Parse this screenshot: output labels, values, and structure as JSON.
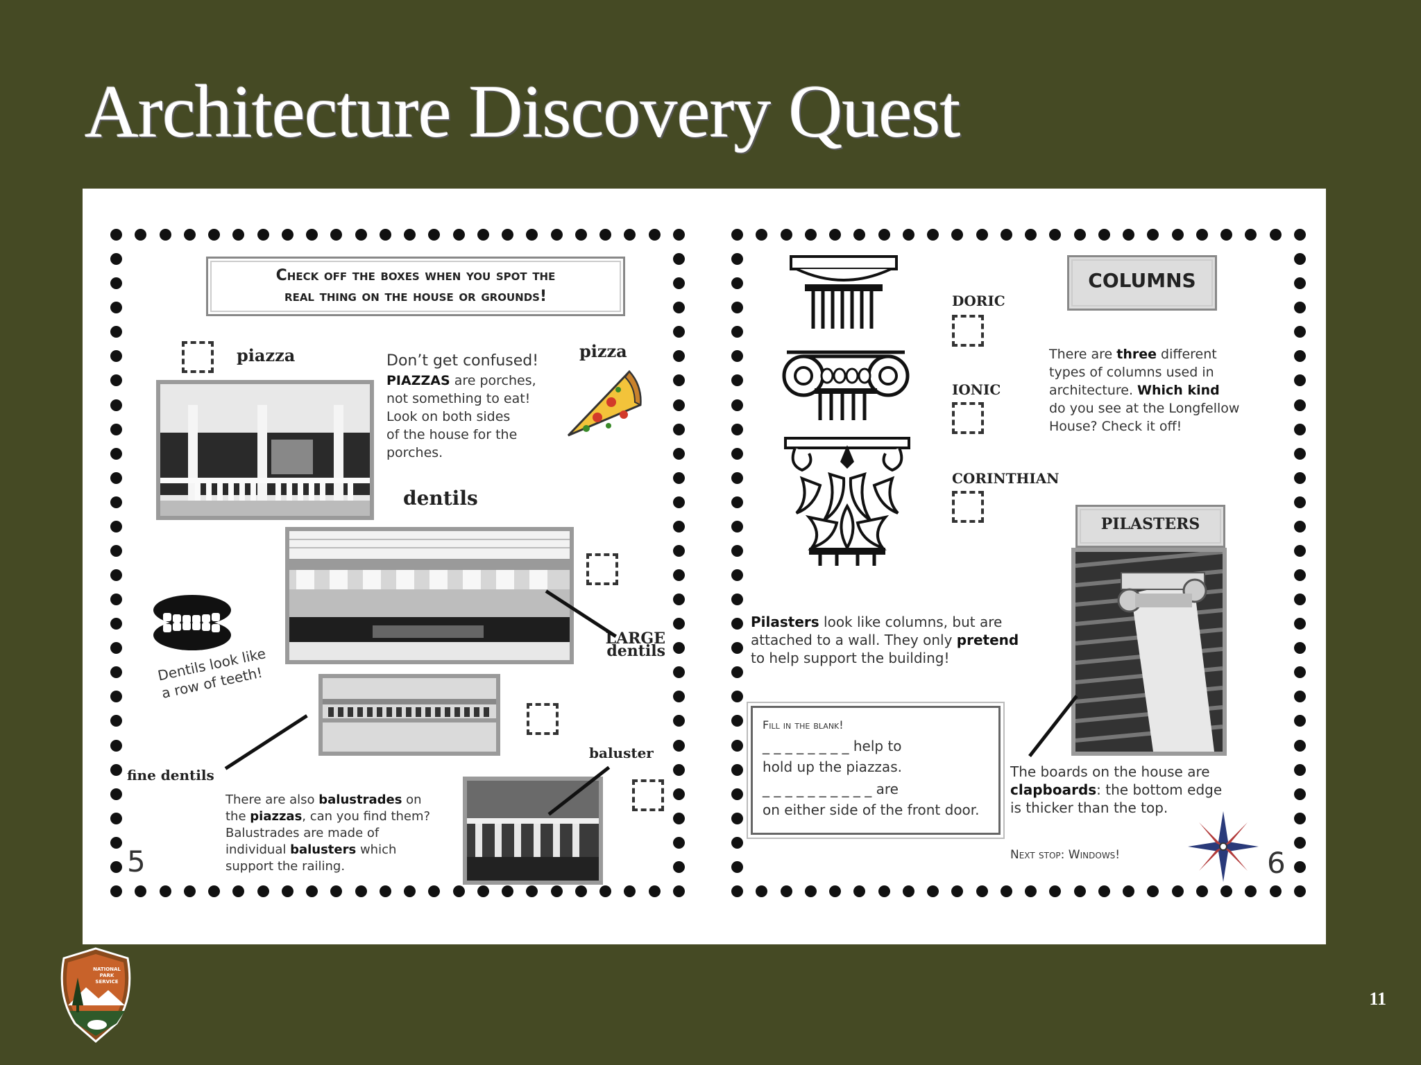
{
  "slide": {
    "title": "Architecture Discovery Quest",
    "number": "11"
  },
  "left_page": {
    "header_line1": "Check off the boxes when you spot the",
    "header_line2": "real thing on the house or grounds!",
    "piazza_label": "piazza",
    "pizza_label": "pizza",
    "confused_intro": "Don’t get confused!",
    "confused_bold": "PIAZZAS",
    "confused_rest1": " are porches,",
    "confused_lines": [
      "not something to eat!",
      "Look on both sides",
      "of the house for the",
      "porches."
    ],
    "dentils_label": "dentils",
    "large_dentils_1": "LARGE",
    "large_dentils_2": "dentils",
    "teeth_line1": "Dentils look like",
    "teeth_line2": "a row of teeth!",
    "fine_dentils": "fine dentils",
    "baluster_label": "baluster",
    "bal_t1": "There are also ",
    "bal_b1": "balustrades",
    "bal_t2": " on",
    "bal_t3": "the ",
    "bal_b2": "piazzas",
    "bal_t4": ", can you find them?",
    "bal_t5": "Balustrades are made of",
    "bal_t6": "individual ",
    "bal_b3": "balusters",
    "bal_t7": " which",
    "bal_t8": "support the railing.",
    "page_number": "5"
  },
  "right_page": {
    "doric": "DORIC",
    "ionic": "IONIC",
    "corinthian": "CORINTHIAN",
    "columns_head": "COLUMNS",
    "col_t1": "There are ",
    "col_b1": "three",
    "col_t2": " different",
    "col_t3": "types of columns used in",
    "col_t4": "architecture. ",
    "col_b2": "Which kind",
    "col_t5": "do you see at the Longfellow",
    "col_t6": "House? Check it off!",
    "pilasters_head": "PILASTERS",
    "pil_b1": "Pilasters",
    "pil_t1": " look like columns, but are",
    "pil_t2": "attached to a wall. They only ",
    "pil_b2": "pretend",
    "pil_t3": "to help support the building!",
    "fill_title": "Fill in the blank!",
    "fill_blank1": "_ _ _ _ _ _ _ _",
    "fill_t1": " help to",
    "fill_t2": "hold up the piazzas.",
    "fill_blank2": "_ _ _ _ _ _ _ _ _ _",
    "fill_t3": " are",
    "fill_t4": "on either side of the front door.",
    "clap_t1": "The boards on the house are",
    "clap_b1": "clapboards",
    "clap_t2": ": the bottom edge",
    "clap_t3": "is thicker than the top.",
    "next_stop": "Next stop: Windows!",
    "page_number": "6"
  },
  "logo": {
    "line1": "NATIONAL",
    "line2": "PARK",
    "line3": "SERVICE"
  },
  "colors": {
    "background": "#454a24",
    "panel": "#ffffff",
    "nps_brown": "#8a4a1c",
    "nps_orange": "#c8622a"
  }
}
